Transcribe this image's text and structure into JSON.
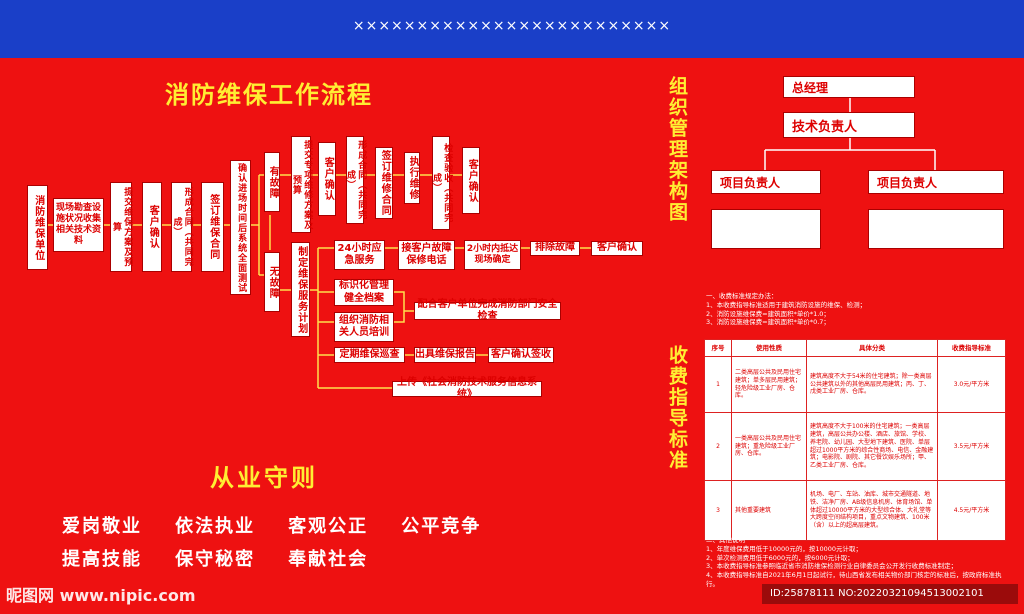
{
  "banner": {
    "text": "×××××××××××××××××××××××××"
  },
  "flow": {
    "title": "消防维保工作流程",
    "steps": [
      "消防维保单位",
      "现场勘查设施状况收集相关技术资料",
      "提交维保方案及预算",
      "客户确认",
      "形成合同（共同完成）",
      "签订维保合同",
      "确认进场时间后系统全面测试",
      "有故障",
      "无故障",
      "提交专项维修方案及预算",
      "客户确认",
      "形成合同（共同完成）",
      "签订维修合同",
      "执行维修",
      "检查验收（共同完成）",
      "客户确认",
      "制定维保服务计划"
    ],
    "branch": {
      "b1": "24小时应急服务",
      "b2": "接客户故障保修电话",
      "b3": "2小时内抵达现场确定",
      "b4": "排除故障",
      "b5": "客户确认",
      "c1": "标识化管理健全档案",
      "c2": "组织消防相关人员培训",
      "c3": "配合客户单位完成消防部门安全检查",
      "d1": "定期维保巡查",
      "d2": "出具维保报告",
      "d3": "客户确认签收",
      "e1": "上传《社会消防技术服务信息系统》"
    }
  },
  "conduct": {
    "title": "从业守则",
    "row1": [
      "爱岗敬业",
      "依法执业",
      "客观公正",
      "公平竞争"
    ],
    "row2": [
      "提高技能",
      "保守秘密",
      "奉献社会"
    ]
  },
  "org": {
    "title": "组织管理架构图",
    "gm": "总经理",
    "tech": "技术负责人",
    "pm1": "项目负责人",
    "pm2": "项目负责人"
  },
  "fee": {
    "title": "收费指导标准",
    "intro": [
      "一、收费标准规定办法：",
      "1、本收费指导标准适用于建筑消防设施的维保、检测；",
      "2、消防设施维保费=建筑面积*单价*1.0；",
      "3、消防设施维保费=建筑面积*单价*0.7；"
    ],
    "headers": [
      "序号",
      "使用性质",
      "具体分类",
      "收费指导标准"
    ],
    "rows": [
      {
        "no": "1",
        "use": "二类高层公共及民用住宅建筑；单多层民用建筑；轻危险级工业厂房、仓库。",
        "cat": "建筑高度不大于54米的住宅建筑；除一类高层公共建筑以外的其他高层民用建筑；丙、丁、戊类工业厂房、仓库。",
        "price": "3.0元/平方米"
      },
      {
        "no": "2",
        "use": "一类高层公共及民用住宅建筑；重危险级工业厂房、仓库。",
        "cat": "建筑高度不大于100米的住宅建筑；一类高层建筑，高层公共办公楼、酒店、旅馆、学校、养老院、幼儿园、大型地下建筑、医院、单层超过1000平方米的综合性商场、电信、金融建筑；电影院、剧院、其它餐饮娱乐场所；甲、乙类工业厂房、仓库。",
        "price": "3.5元/平方米"
      },
      {
        "no": "3",
        "use": "其他重要建筑",
        "cat": "机场、电厂、车站、油库、城市交通隧道、地铁、洁净厂房、AB级信息机房、体育场馆、单体超过10000平方米的大型综合体、大礼堂等大跨度空间结构项目，重点文物建筑、100米（含）以上的超高层建筑。",
        "price": "4.5元/平方米"
      }
    ],
    "notes": [
      "二、其他说明",
      "1、年度维保费用低于10000元的，按10000元计取；",
      "2、单次检测费用低于6000元的，按6000元计取；",
      "3、本收费指导标准参照临近省市消防维保检测行业自律委员会公开发行收费标准制定；",
      "4、本收费指导标准自2021年6月1日起试行，待山西省发布相关物价部门核定的标准后，按政府标准执行。"
    ]
  },
  "watermark": {
    "logo": "昵图网 www.nipic.com",
    "id": "ID:25878111 NO:20220321094513002101"
  },
  "colors": {
    "background": "#ee1111",
    "banner": "#1a3fc8",
    "accent": "#ffee33",
    "box": "#ffffff"
  }
}
